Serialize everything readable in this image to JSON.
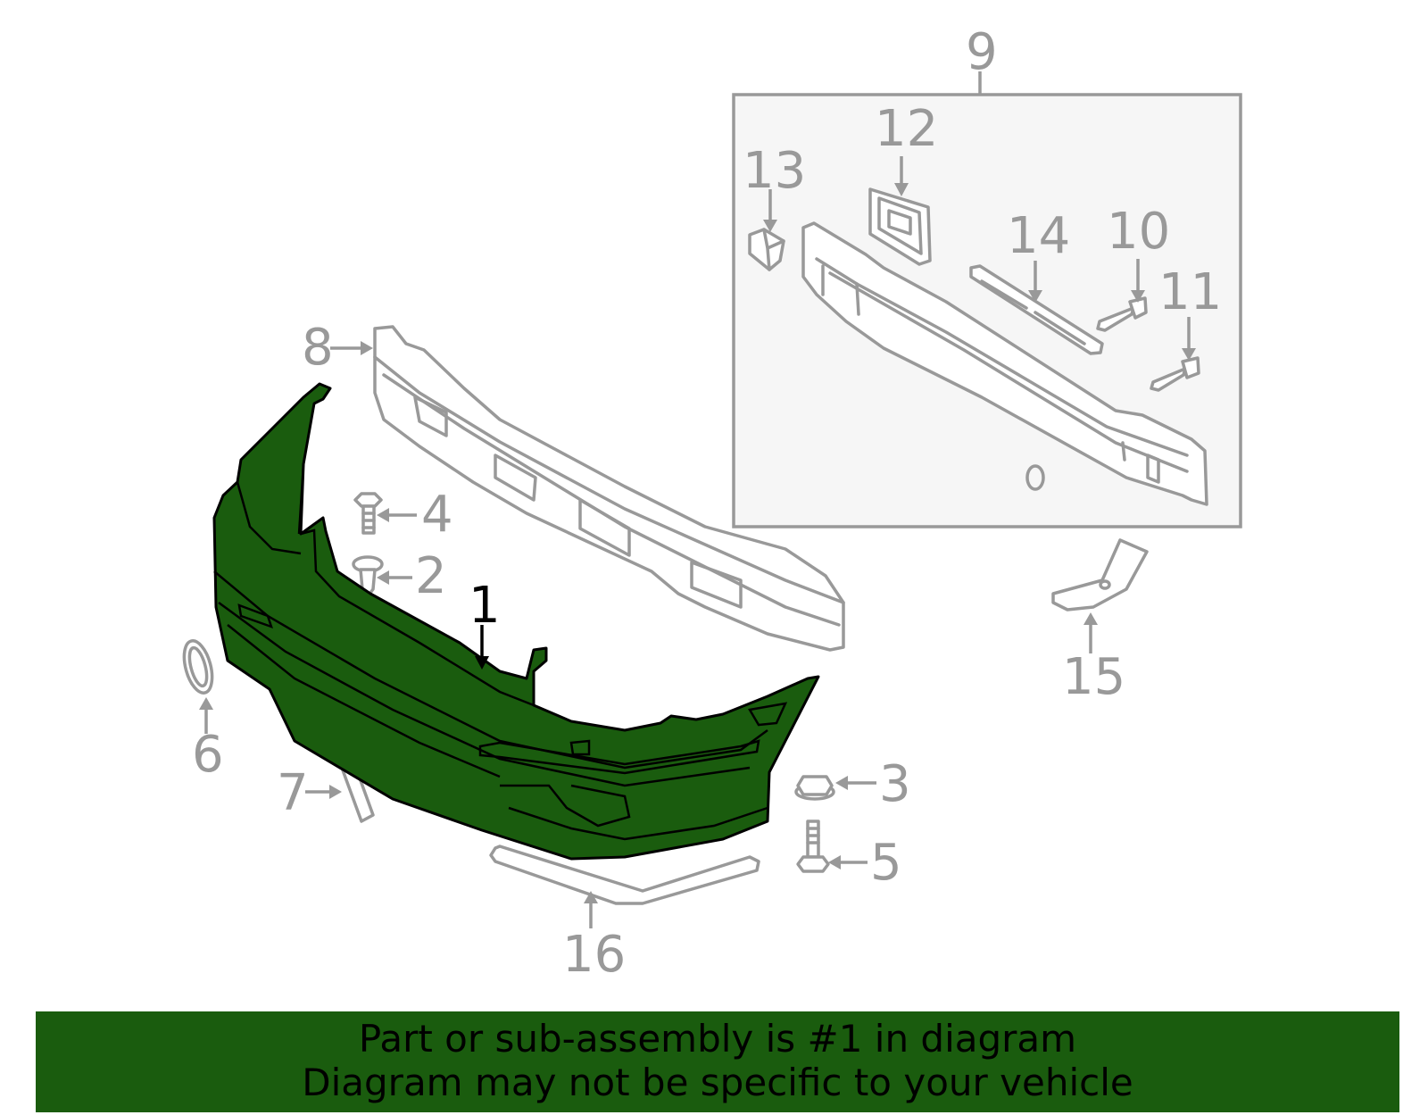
{
  "highlight_color": "#1a5c0e",
  "callout_color": "#999999",
  "callouts": [
    {
      "id": "1",
      "label": "1",
      "highlighted": true
    },
    {
      "id": "2",
      "label": "2"
    },
    {
      "id": "3",
      "label": "3"
    },
    {
      "id": "4",
      "label": "4"
    },
    {
      "id": "5",
      "label": "5"
    },
    {
      "id": "6",
      "label": "6"
    },
    {
      "id": "7",
      "label": "7"
    },
    {
      "id": "8",
      "label": "8"
    },
    {
      "id": "9",
      "label": "9"
    },
    {
      "id": "10",
      "label": "10"
    },
    {
      "id": "11",
      "label": "11"
    },
    {
      "id": "12",
      "label": "12"
    },
    {
      "id": "13",
      "label": "13"
    },
    {
      "id": "14",
      "label": "14"
    },
    {
      "id": "15",
      "label": "15"
    },
    {
      "id": "16",
      "label": "16"
    }
  ],
  "banner": {
    "line1": "Part or sub-assembly is #1 in diagram",
    "line2": "Diagram may not be specific to your vehicle"
  }
}
